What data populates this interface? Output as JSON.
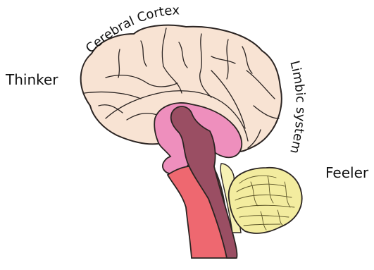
{
  "labels": {
    "thinker": "Thinker",
    "feeler": "Feeler",
    "cerebral_cortex": "Cerebral Cortex",
    "limbic_system": "Limbic system"
  },
  "colors": {
    "cortex": "#f8e3d3",
    "limbic": "#ee8fbd",
    "brainstem_dark": "#9a4e63",
    "brainstem_red": "#ee6870",
    "cerebellum": "#f3ec9f",
    "outline": "#2b2422"
  }
}
